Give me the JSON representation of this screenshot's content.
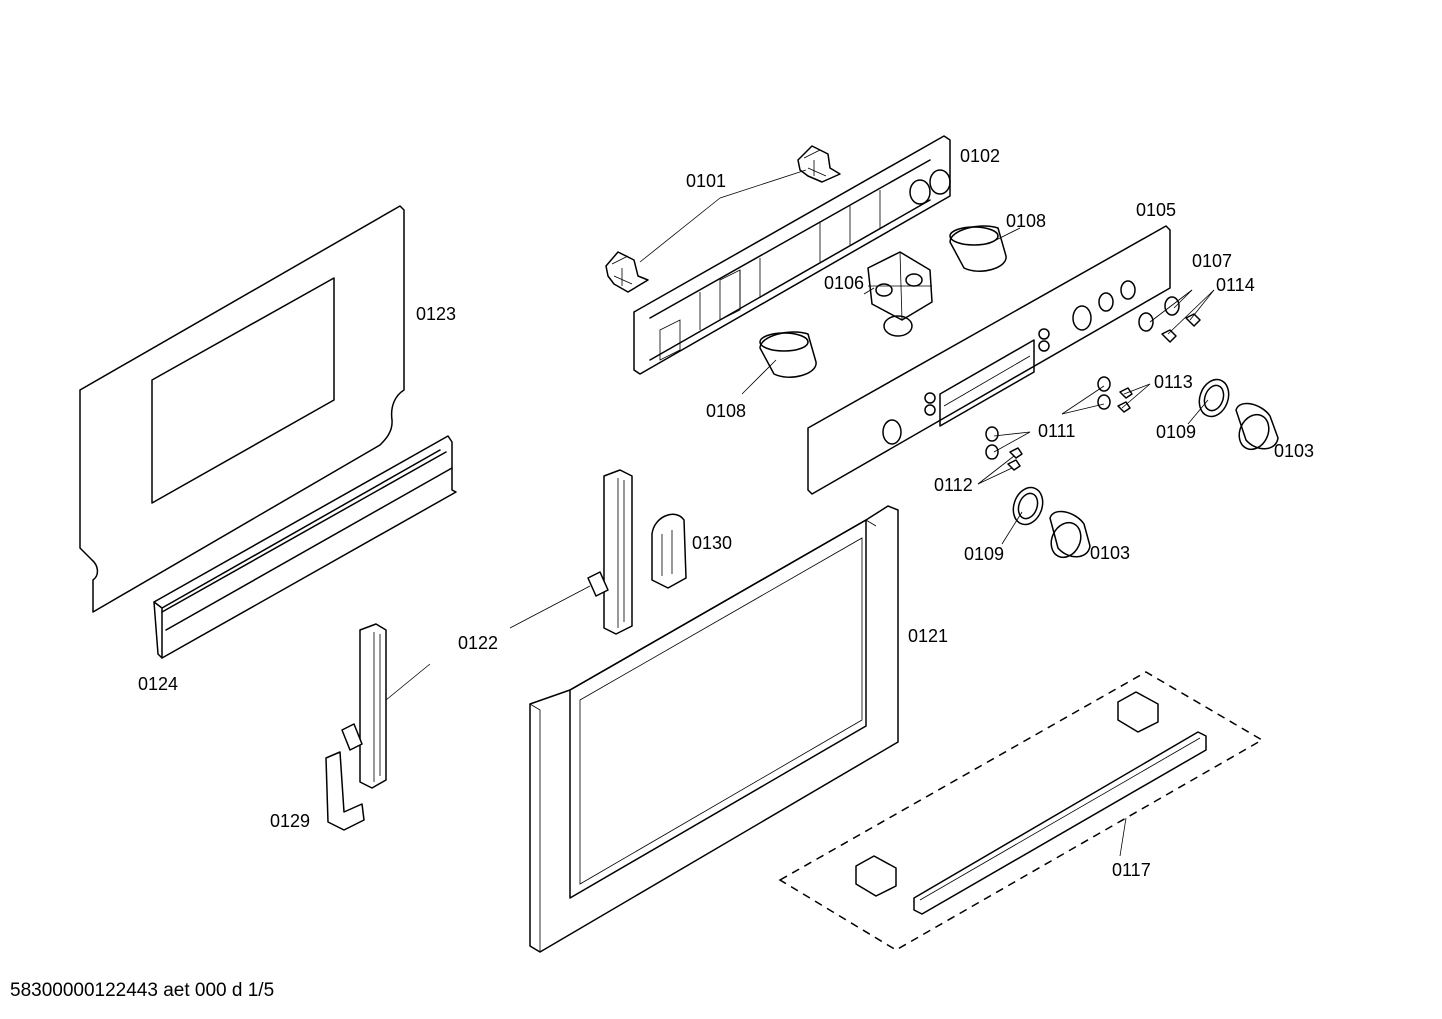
{
  "labels": {
    "p0101": "0101",
    "p0102": "0102",
    "p0103a": "0103",
    "p0103b": "0103",
    "p0105": "0105",
    "p0106": "0106",
    "p0107": "0107",
    "p0108a": "0108",
    "p0108b": "0108",
    "p0109a": "0109",
    "p0109b": "0109",
    "p0111": "0111",
    "p0112": "0112",
    "p0113": "0113",
    "p0114": "0114",
    "p0117": "0117",
    "p0121": "0121",
    "p0122": "0122",
    "p0123": "0123",
    "p0124": "0124",
    "p0129": "0129",
    "p0130": "0130"
  },
  "footer": "58300000122443 aet 000 d 1/5"
}
